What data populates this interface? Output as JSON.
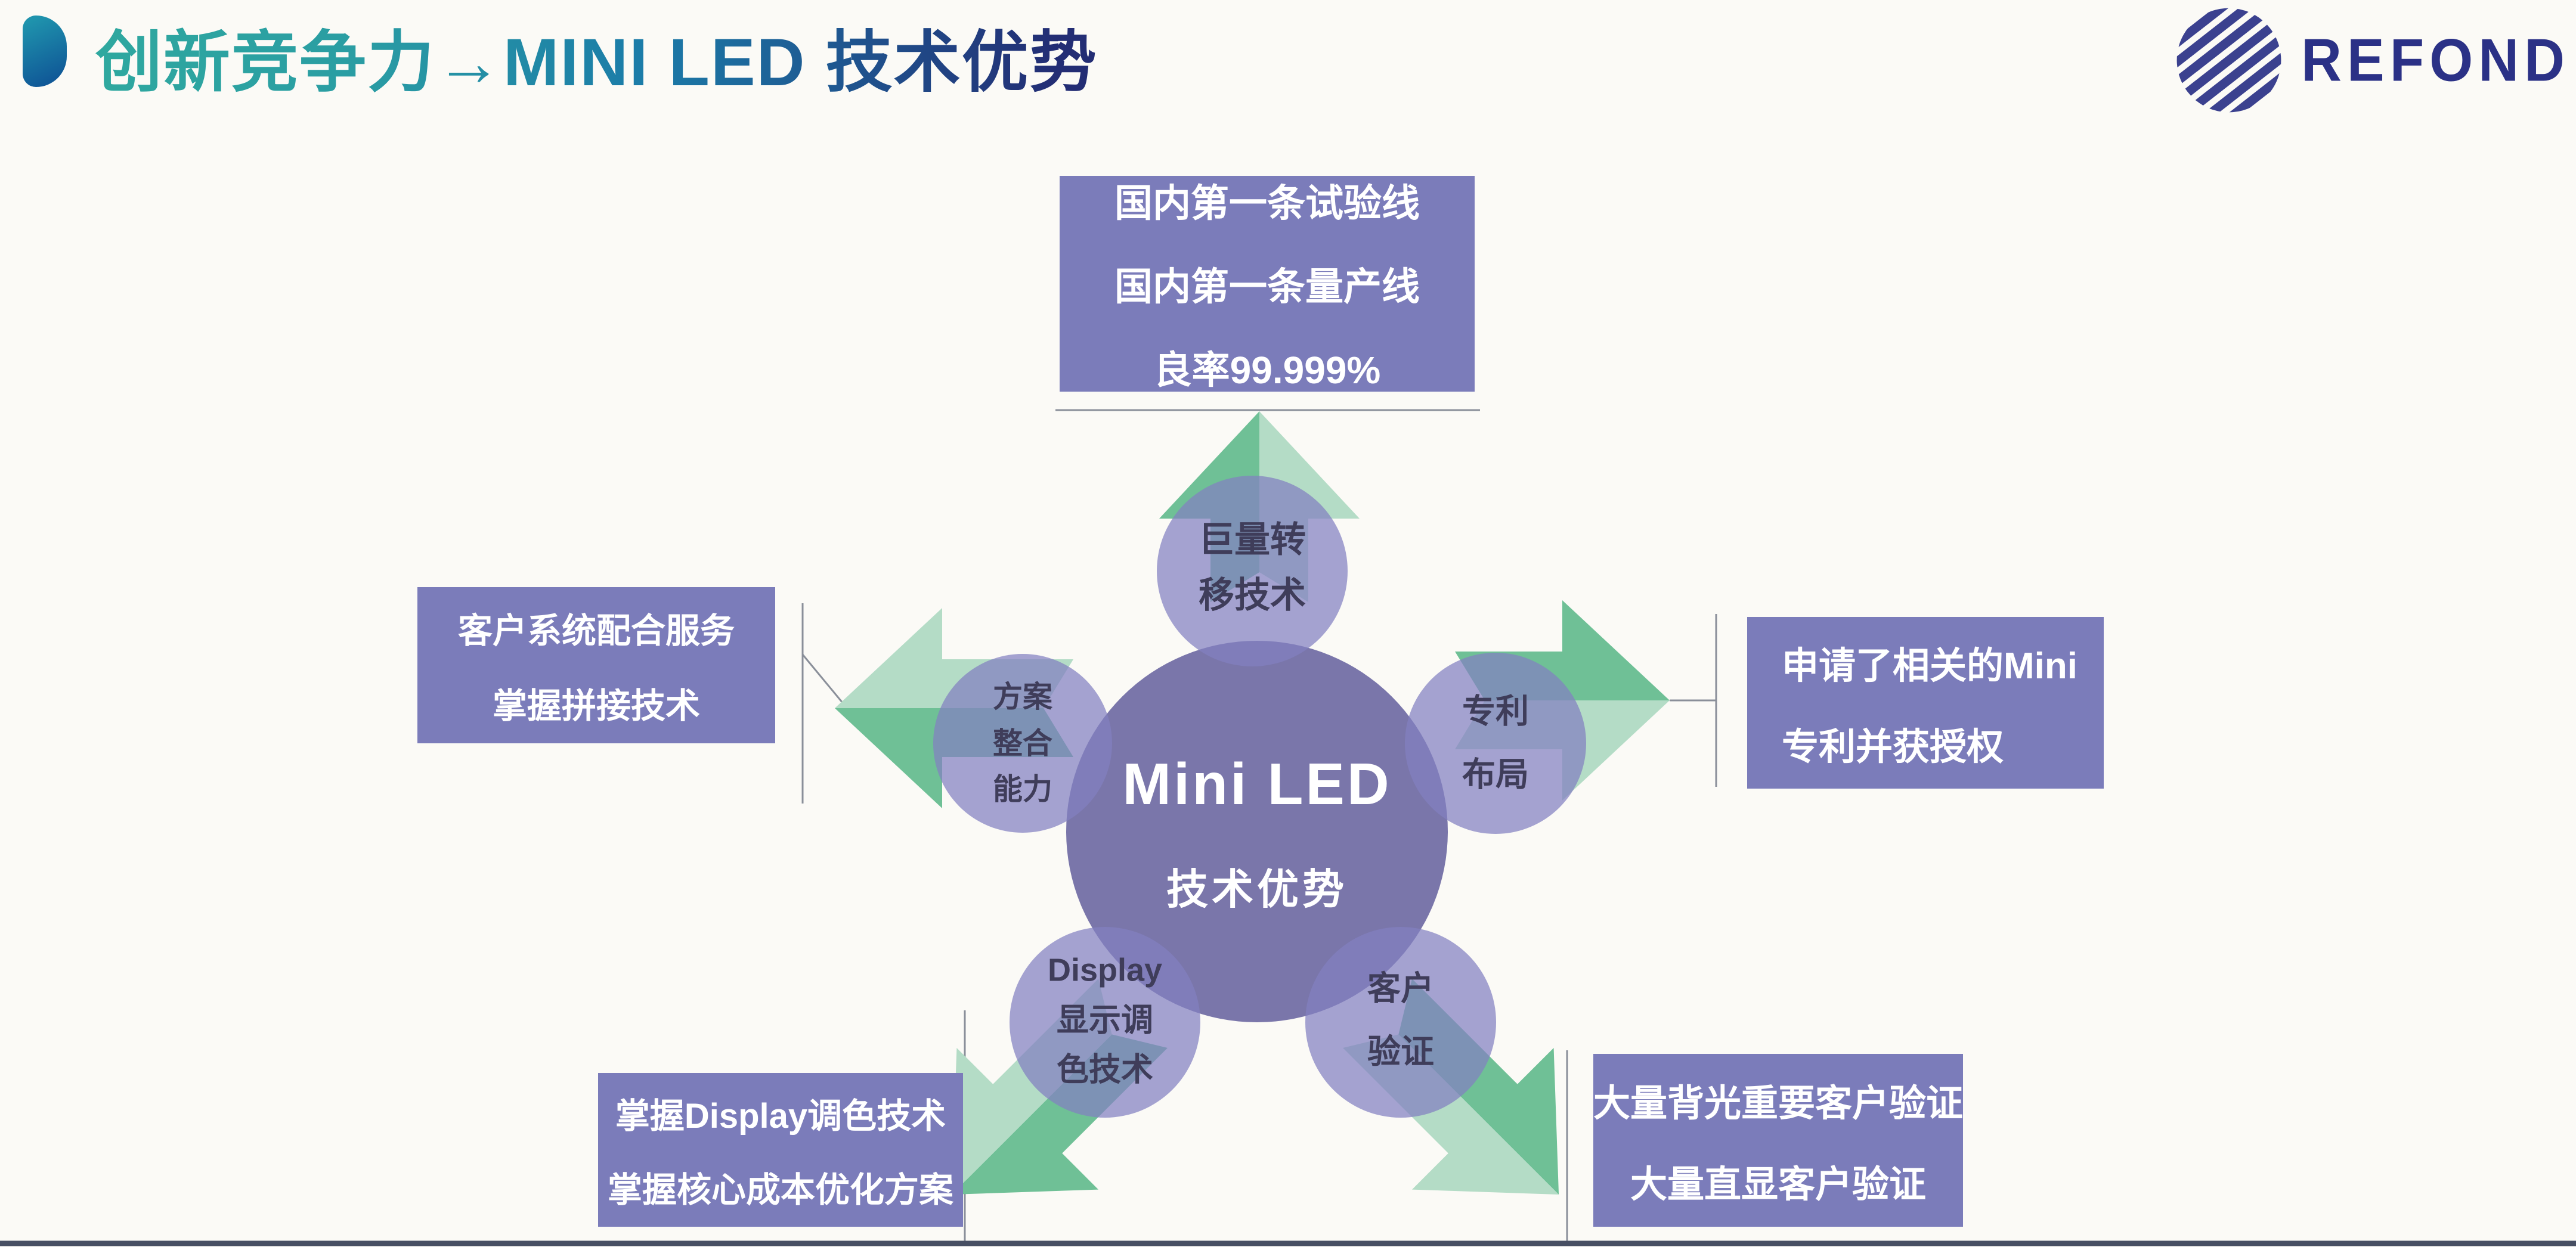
{
  "header": {
    "title": "创新竞争力→MINI LED 技术优势",
    "logo_text": "REFOND"
  },
  "center": {
    "line1": "Mini LED",
    "line2": "技术优势"
  },
  "satellites": {
    "top": {
      "lines": [
        "巨量转",
        "移技术"
      ]
    },
    "left": {
      "lines": [
        "方案",
        "整合",
        "能力"
      ]
    },
    "right": {
      "lines": [
        "专利",
        "布局"
      ]
    },
    "bottom_left": {
      "lines": [
        "Display",
        "显示调",
        "色技术"
      ]
    },
    "bottom_right": {
      "lines": [
        "客户",
        "验证"
      ]
    }
  },
  "callouts": {
    "top": {
      "lines": [
        "国内第一条试验线",
        "国内第一条量产线",
        "良率99.999%"
      ]
    },
    "left": {
      "lines": [
        "客户系统配合服务",
        "掌握拼接技术"
      ]
    },
    "right": {
      "lines": [
        "申请了相关的Mini",
        "专利并获授权"
      ]
    },
    "bottom_left": {
      "lines": [
        "掌握Display调色技术",
        "掌握核心成本优化方案"
      ]
    },
    "bottom_right": {
      "lines": [
        "大量背光重要客户验证",
        "大量直显客户验证"
      ]
    }
  },
  "colors": {
    "purple-box": "#7b7cba",
    "circle-center": "#6f6aa3",
    "circle-sat": "#827fc0",
    "green-dark": "#6fc096",
    "green-light": "#b4dcc6",
    "title-teal": "#2fa89f",
    "title-navy": "#232d74",
    "logo-navy": "#2b3186",
    "text-dark": "#3f3d5a",
    "bottom-line": "#474f63"
  }
}
